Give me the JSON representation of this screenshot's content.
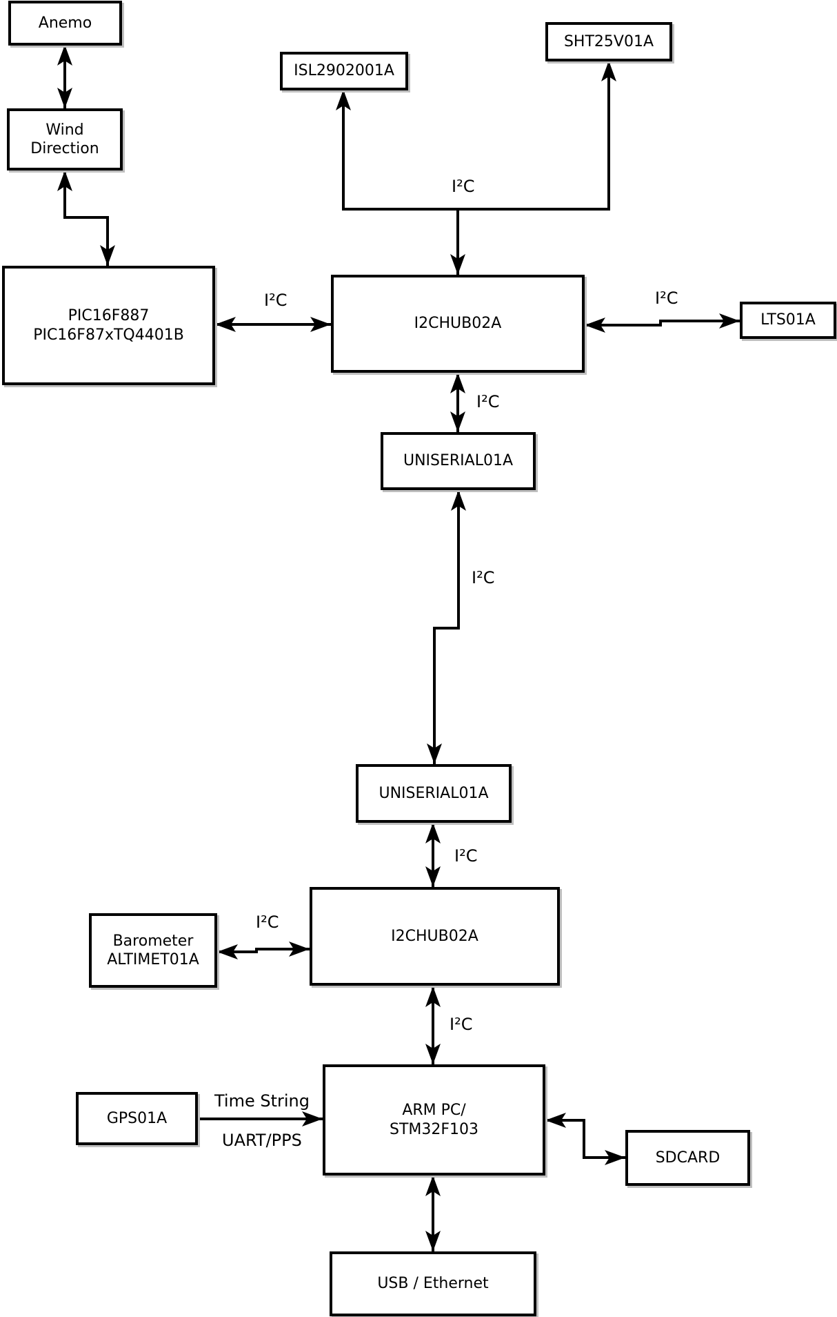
{
  "nodes": {
    "anemo": {
      "label": "Anemo"
    },
    "wind_direction": {
      "label": "Wind\nDirection"
    },
    "pic": {
      "label": "PIC16F887\nPIC16F87xTQ4401B"
    },
    "isl": {
      "label": "ISL2902001A"
    },
    "sht": {
      "label": "SHT25V01A"
    },
    "i2chub_top": {
      "label": "I2CHUB02A"
    },
    "lts": {
      "label": "LTS01A"
    },
    "uniserial_upper": {
      "label": "UNISERIAL01A"
    },
    "uniserial_lower": {
      "label": "UNISERIAL01A"
    },
    "barometer": {
      "label": "Barometer\nALTIMET01A"
    },
    "i2chub_bottom": {
      "label": "I2CHUB02A"
    },
    "gps": {
      "label": "GPS01A"
    },
    "arm_pc": {
      "label": "ARM PC/\nSTM32F103"
    },
    "sdcard": {
      "label": "SDCARD"
    },
    "usb_ethernet": {
      "label": "USB / Ethernet"
    }
  },
  "edge_labels": {
    "bus_top": "I²C",
    "pic_hub": "I²C",
    "hub_lts": "I²C",
    "hub_uniserial": "I²C",
    "uniserial_link": "I²C",
    "uniserial_hub2": "I²C",
    "baro_hub2": "I²C",
    "hub2_arm": "I²C",
    "gps_time": "Time String",
    "gps_uart": "UART/PPS"
  },
  "colors": {
    "line": "#000000",
    "text": "#000000",
    "box_fill": "#ffffff",
    "background": "#ffffff",
    "shadow": "#bfbfbf"
  }
}
